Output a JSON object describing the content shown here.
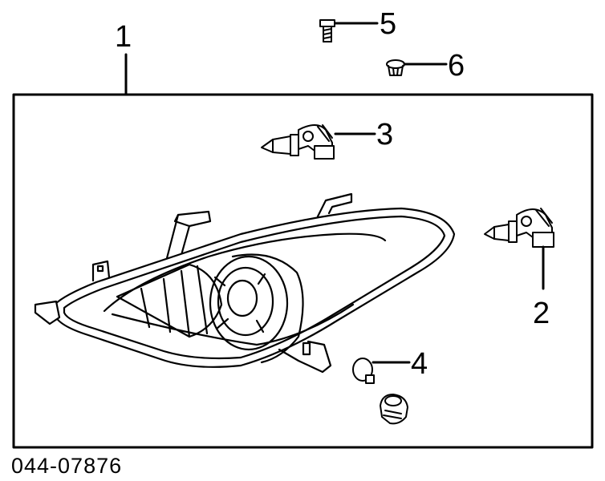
{
  "diagram": {
    "part_number": "044-07876",
    "callouts": {
      "headlamp_assembly": "1",
      "low_beam_bulb": "2",
      "high_beam_bulb": "3",
      "side_marker_bulb": "4",
      "bolt": "5",
      "grommet_nut": "6"
    },
    "line_color": "#000000",
    "background": "#ffffff"
  }
}
